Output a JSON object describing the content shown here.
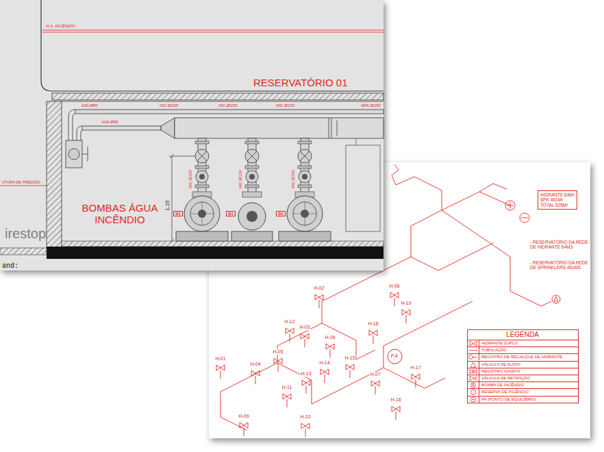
{
  "diagram": {
    "nodes": [
      {
        "text": [
          "RESERVATÓRIO 01"
        ]
      },
      {
        "text": [
          "BOMBAS ÁGUA INCÊNDIO"
        ]
      },
      {
        "text": [
          "B1"
        ],
        "in": 1
      },
      {
        "text": [
          "B1"
        ],
        "in": 1
      },
      {
        "text": [
          "B1"
        ],
        "in": 1
      },
      {
        "text": [
          "P.A"
        ]
      },
      {
        "text": [
          "HIDRANTE 64M³",
          "SPK 461M³",
          "TOTAL 525M³"
        ]
      }
    ],
    "labels": [
      "N.A. INCÊNDIO",
      "HID-Ø80",
      "HID-Ø80",
      "INC-Ø150",
      "INC-Ø150",
      "INC-Ø150",
      "SPK-Ø150",
      "INC-Ø150",
      "INC-Ø150",
      "INC-Ø150",
      "1,25",
      "UTORA DE PRESSÃO",
      "irestop",
      "and:",
      "H-02",
      "H-08",
      "H-19",
      "H-12",
      "H-03",
      "H-18",
      "H-06",
      "H-05",
      "H-04",
      "H-01",
      "H-11",
      "H-13",
      "H-14",
      "H-15",
      "H-07",
      "H-17",
      "H-16",
      "H-10",
      "H-09",
      "LEGENDA",
      "- RESERVATÓRIO DA REDE DE HIDRANTE 64M3",
      "- RESERVATÓRIO DA REDE DE SPRINKLERS 461M3"
    ],
    "legend": [
      {
        "text": "HIDRANTE DUPLO"
      },
      {
        "text": "TUBULAÇÃO"
      },
      {
        "text": "REGISTRO DE RECALQUE DE HIDRANTE"
      },
      {
        "text": "VÁLVULA DE ALÍVIO"
      },
      {
        "text": "REGISTRO GAVETA"
      },
      {
        "text": "VÁLVULA DE RETENÇÃO"
      },
      {
        "text": "BOMBA DE INCÊNDIO"
      },
      {
        "text": "RESERVA DE INCÊNDIO"
      },
      {
        "text": "PA (PONTO DE EQUILÍBRIO)"
      }
    ]
  }
}
